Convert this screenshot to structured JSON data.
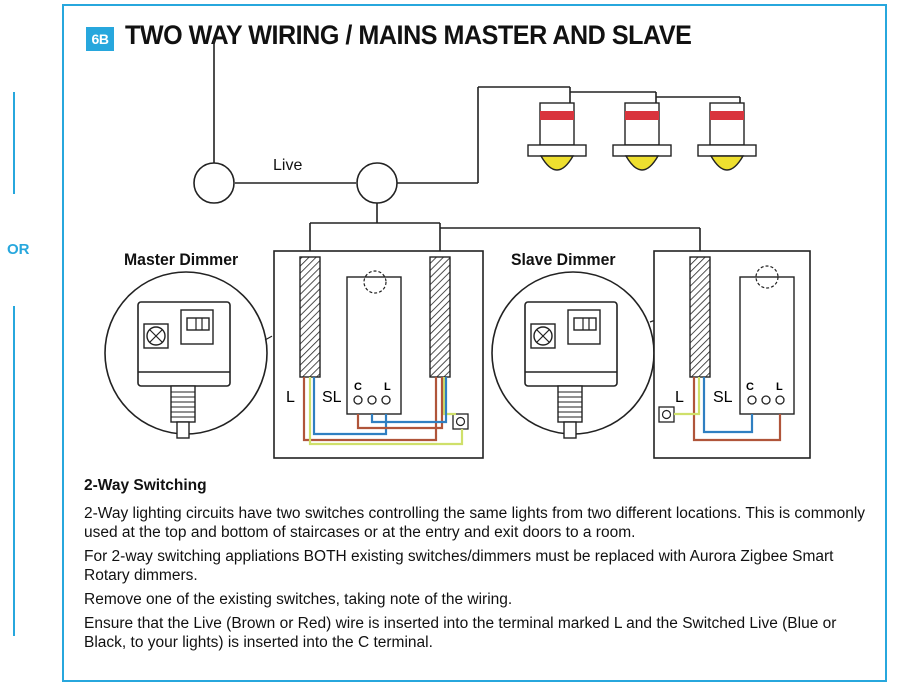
{
  "side": {
    "or_label": "OR"
  },
  "header": {
    "badge": "6B",
    "title": "TWO WAY WIRING / MAINS MASTER AND SLAVE"
  },
  "diagram": {
    "live_label": "Live",
    "master_label": "Master Dimmer",
    "slave_label": "Slave Dimmer",
    "terminal_L": "L",
    "terminal_SL": "SL",
    "terminal_C": "C",
    "wire_colors": {
      "brown": "#b0553a",
      "blue": "#2f7fc1",
      "yellow_green": "#cfe06a",
      "red_band": "#d9343d",
      "bulb": "#eedf2f"
    }
  },
  "instructions": {
    "heading": "2-Way Switching",
    "paragraphs": [
      "2-Way lighting circuits have two switches controlling the same lights from two different locations. This is commonly used at the top and bottom of staircases or at the entry and exit doors to a room.",
      "For 2-way switching appliations BOTH existing switches/dimmers must be replaced with Aurora Zigbee Smart Rotary dimmers.",
      "Remove one of the existing switches, taking note of the wiring.",
      "Ensure that the Live (Brown or Red) wire is inserted into the terminal marked L and the Switched Live (Blue or Black, to your lights) is inserted into the C terminal."
    ]
  }
}
